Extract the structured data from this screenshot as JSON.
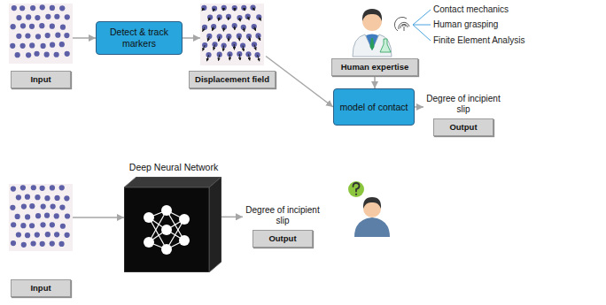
{
  "diagram": {
    "nodes": [
      {
        "text": [
          "Input"
        ]
      },
      {
        "text": [
          "Detect & track markers"
        ]
      },
      {
        "text": [
          "Displacement field"
        ]
      },
      {
        "text": [
          "Human expertise"
        ]
      },
      {
        "text": [
          "model of contact"
        ]
      },
      {
        "text": [
          "Degree of incipient slip",
          "Output"
        ]
      },
      {
        "text": [
          "Input"
        ]
      },
      {
        "text": [
          "Deep Neural Network"
        ]
      },
      {
        "text": [
          "Degree of incipient slip",
          "Output"
        ]
      }
    ],
    "edges": [
      {
        "from": 0,
        "to": 1,
        "arrow": "to"
      },
      {
        "from": 1,
        "to": 2,
        "arrow": "to"
      },
      {
        "from": 2,
        "to": 4,
        "arrow": "to"
      },
      {
        "from": 3,
        "to": 4,
        "arrow": "to"
      },
      {
        "from": 4,
        "to": 5,
        "arrow": "to"
      },
      {
        "from": 6,
        "to": 7,
        "arrow": "to"
      },
      {
        "from": 7,
        "to": 8,
        "arrow": "to"
      }
    ],
    "labels": [
      "Contact mechanics",
      "Human grasping",
      "Finite Element Analysis"
    ]
  }
}
